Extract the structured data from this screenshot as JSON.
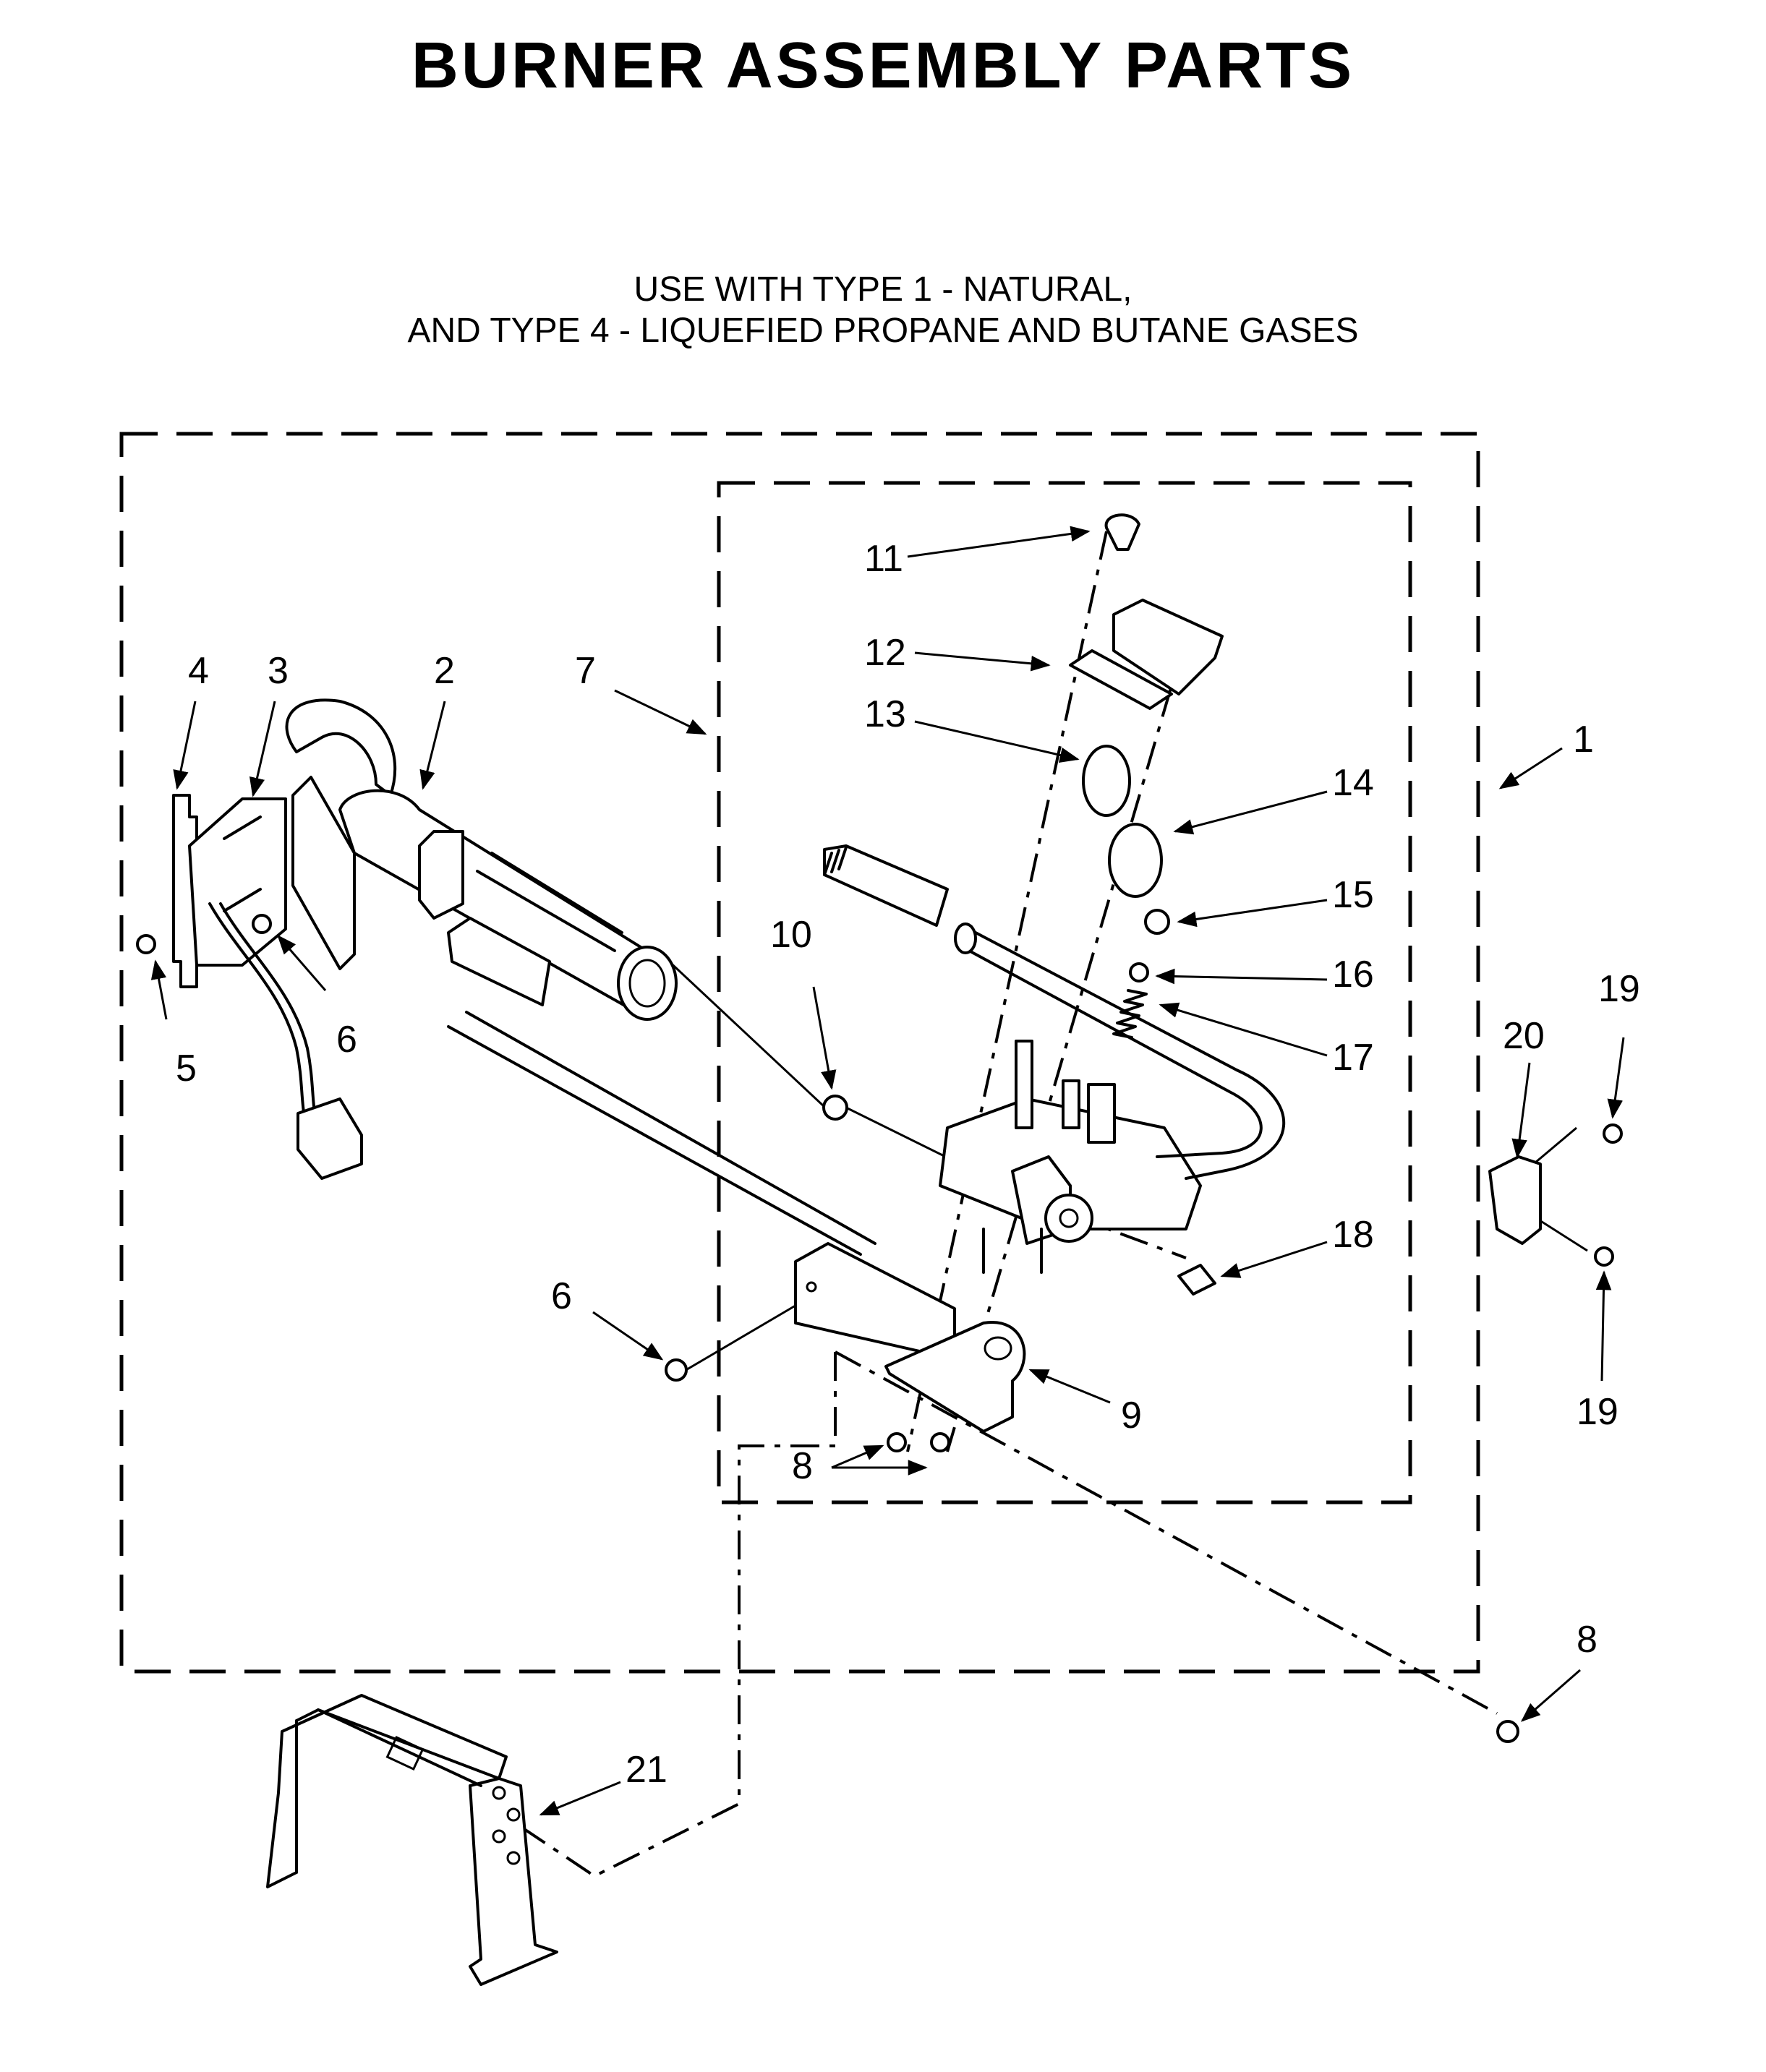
{
  "title": "BURNER ASSEMBLY PARTS",
  "subtitle_lines": [
    "USE WITH TYPE 1 - NATURAL,",
    "AND TYPE 4 - LIQUEFIED PROPANE AND BUTANE GASES"
  ],
  "callouts": {
    "c1": "1",
    "c2": "2",
    "c3": "3",
    "c4": "4",
    "c5": "5",
    "c6a": "6",
    "c6b": "6",
    "c7": "7",
    "c8a": "8",
    "c8b": "8",
    "c9": "9",
    "c10": "10",
    "c11": "11",
    "c12": "12",
    "c13": "13",
    "c14": "14",
    "c15": "15",
    "c16": "16",
    "c17": "17",
    "c18": "18",
    "c19a": "19",
    "c19b": "19",
    "c20": "20",
    "c21": "21"
  }
}
